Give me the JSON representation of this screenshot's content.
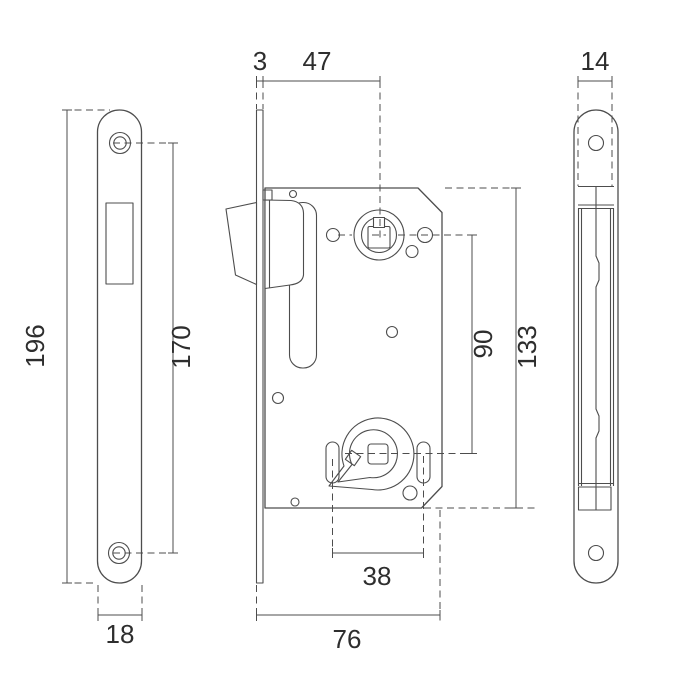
{
  "colors": {
    "line": "#4d4d4d",
    "text": "#2e2e2e",
    "background": "#ffffff"
  },
  "dimensions": {
    "faceplate_thickness": "3",
    "backset": "47",
    "edge_plate_width": "14",
    "faceplate_length": "196",
    "screw_hole_spacing": "170",
    "faceplate_width": "18",
    "follower_center_distance": "90",
    "lock_case_height": "133",
    "slot_center_distance": "38",
    "lock_case_depth": "76"
  }
}
